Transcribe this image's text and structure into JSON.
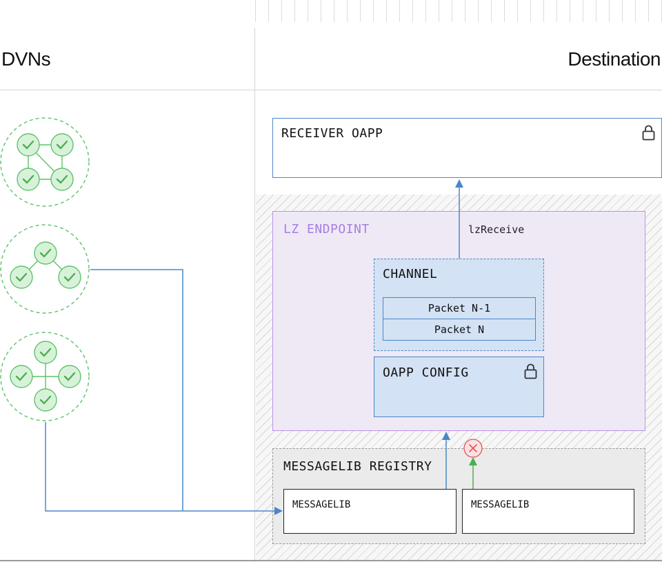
{
  "columns": {
    "dvns_title": "DVNs",
    "destination_title": "Destination"
  },
  "receiver": {
    "label": "RECEIVER OAPP",
    "icon": "lock-icon"
  },
  "endpoint": {
    "label": "LZ ENDPOINT",
    "call_label": "lzReceive"
  },
  "channel": {
    "label": "CHANNEL",
    "packets": [
      "Packet N-1",
      "Packet N"
    ]
  },
  "oapp_config": {
    "label": "OAPP CONFIG",
    "icon": "lock-icon"
  },
  "registry": {
    "label": "MESSAGELIB REGISTRY",
    "libs": [
      "MESSAGELIB",
      "MESSAGELIB"
    ]
  },
  "dvn_groups": [
    {
      "icon": "dvn-cluster-icon",
      "nodes": 4,
      "status": "verified"
    },
    {
      "icon": "dvn-cluster-icon",
      "nodes": 3,
      "status": "verified"
    },
    {
      "icon": "dvn-cluster-icon",
      "nodes": 4,
      "status": "verified"
    }
  ],
  "colors": {
    "receive_arrow": "#4a86c8",
    "verify_arrow": "#4caf50",
    "endpoint_fill": "#efe9f6",
    "endpoint_border": "#b894e6",
    "endpoint_text": "#a67fe0",
    "channel_fill": "#d3e2f4",
    "dvn_green": "#5cc26a",
    "reject_red": "#e05555"
  }
}
